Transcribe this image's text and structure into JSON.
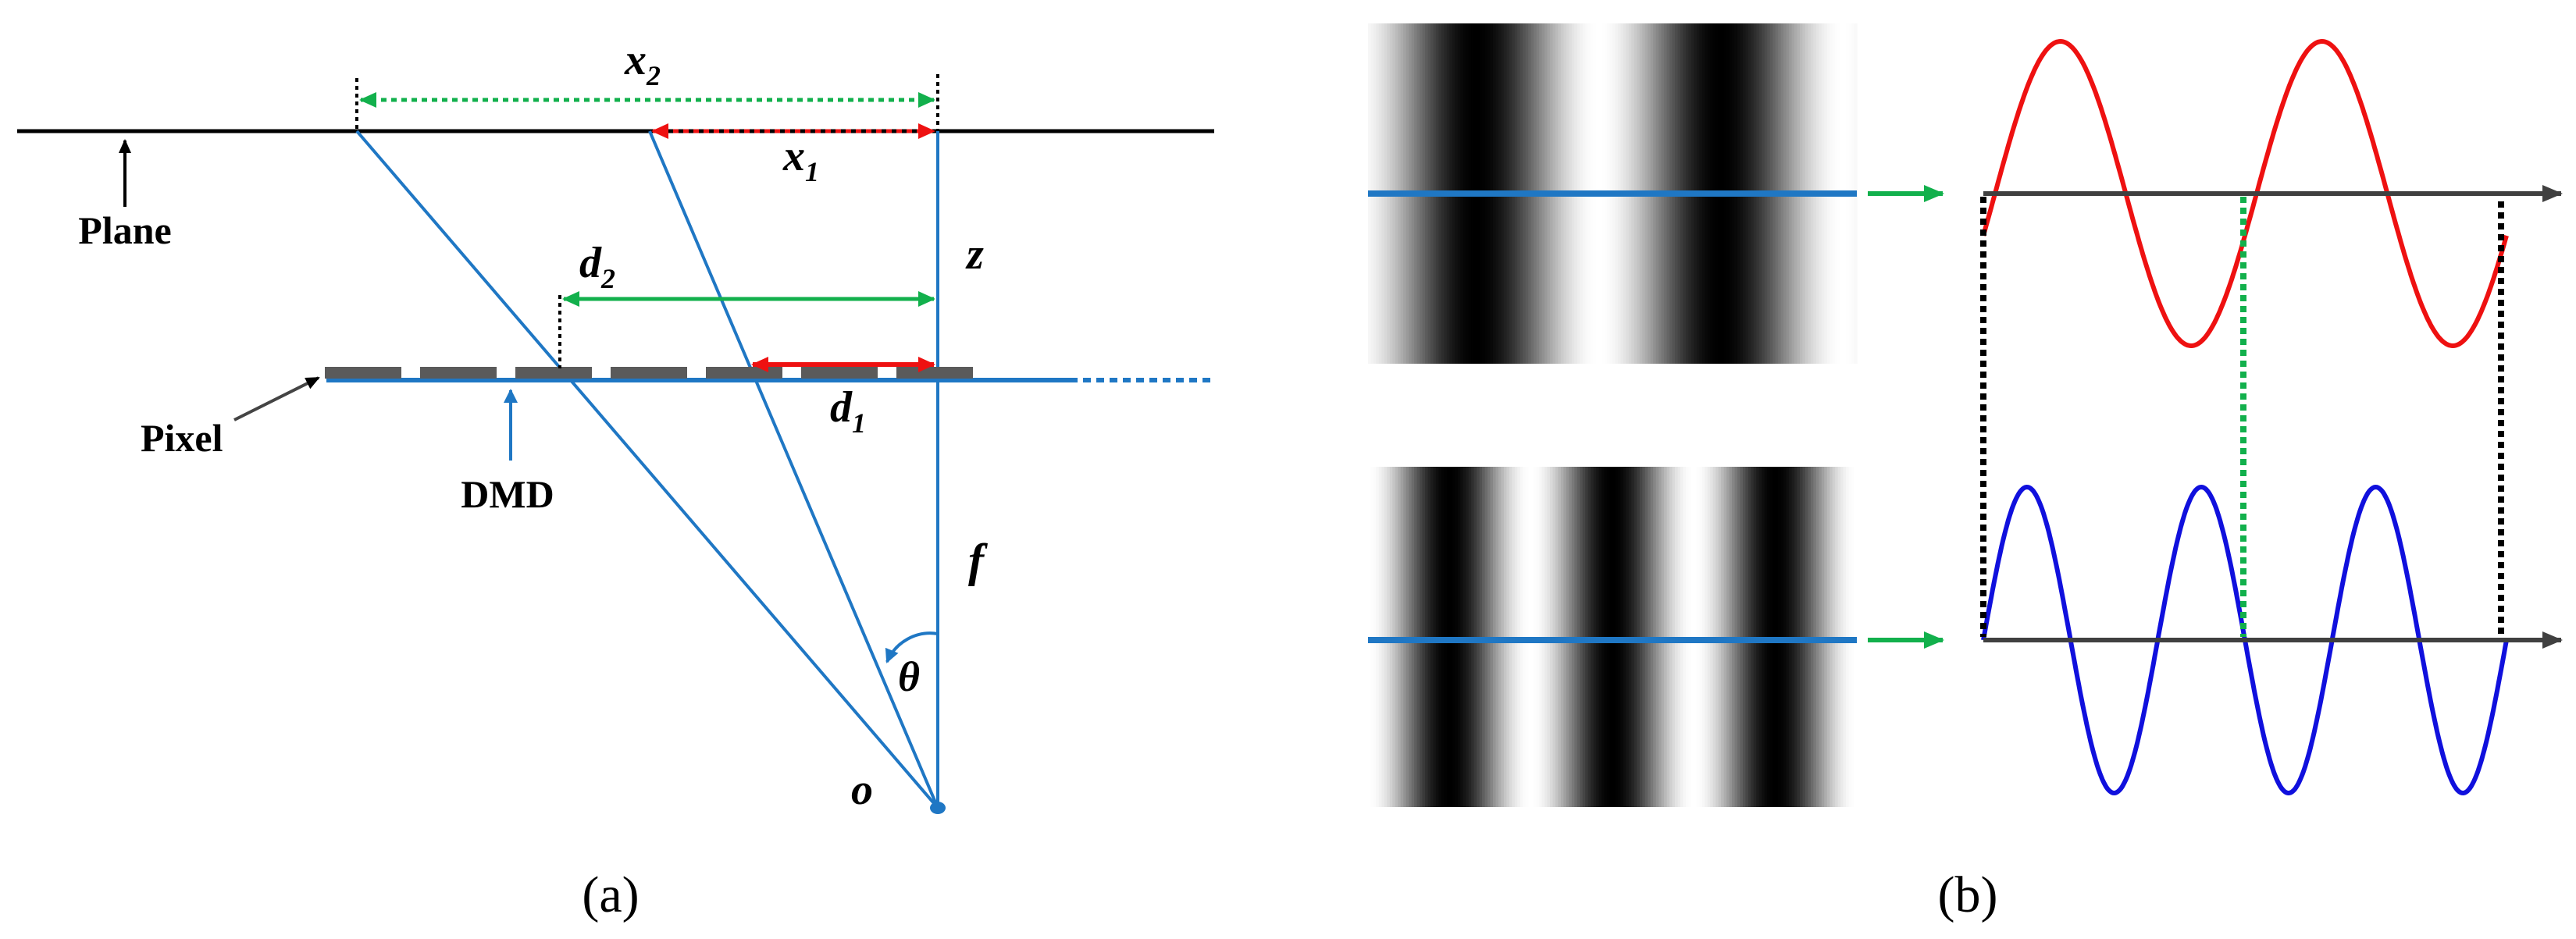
{
  "panel_a": {
    "caption": "(a)",
    "labels": {
      "plane": "Plane",
      "pixel": "Pixel",
      "dmd": "DMD",
      "x2": "x",
      "x2_sub": "2",
      "x1": "x",
      "x1_sub": "1",
      "d2": "d",
      "d2_sub": "2",
      "d1": "d",
      "d1_sub": "1",
      "z": "z",
      "f": "f",
      "theta": "θ",
      "o": "o"
    }
  },
  "panel_b": {
    "caption": "(b)",
    "top_fringe_periods": 2,
    "bottom_fringe_periods": 3
  },
  "colors": {
    "blue": "#1f77c4",
    "green": "#12b04c",
    "red": "#ee1111",
    "wave_red": "#ee1111",
    "wave_blue": "#1010dd",
    "axis": "#404040",
    "pixel_gray": "#5a5a5a"
  }
}
